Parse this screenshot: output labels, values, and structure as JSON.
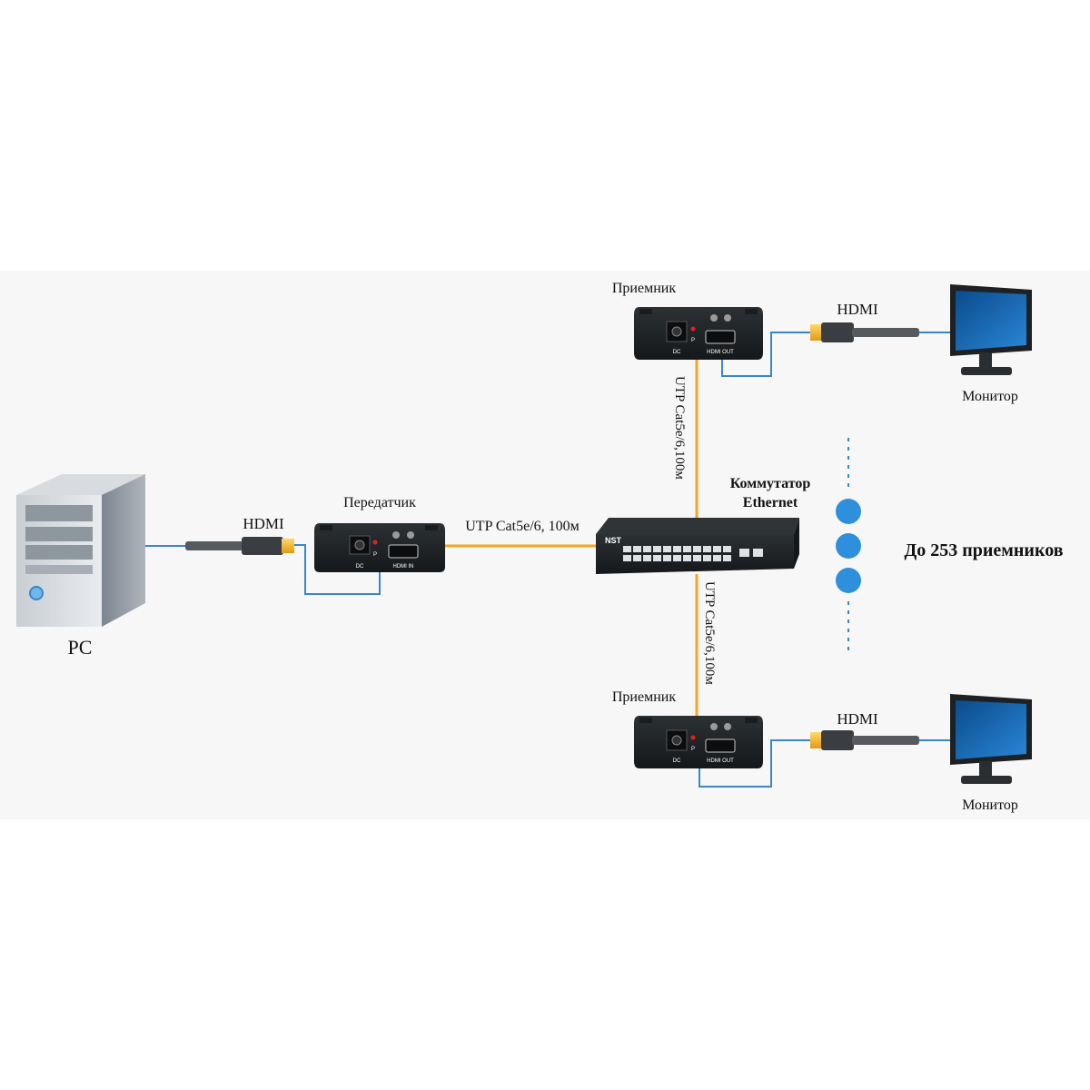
{
  "labels": {
    "pc": "PC",
    "transmitter": "Передатчик",
    "receiver_top": "Приемник",
    "receiver_bottom": "Приемник",
    "monitor_top": "Монитор",
    "monitor_bottom": "Монитор",
    "switch_line1": "Коммутатор",
    "switch_line2": "Ethernet",
    "up_to": "До 253 приемников",
    "hdmi_pc": "HDMI",
    "hdmi_top": "HDMI",
    "hdmi_bottom": "HDMI",
    "utp_horizontal": "UTP Cat5e/6, 100м",
    "utp_top": "UTP Cat5e/6,100м",
    "utp_bottom": "UTP Cat5e/6,100м"
  },
  "device_text": {
    "tx_dc": "DC",
    "tx_p": "P",
    "tx_port": "HDMI IN",
    "rx_top_dc": "DC",
    "rx_top_p": "P",
    "rx_top_port": "HDMI OUT",
    "rx_bottom_dc": "DC",
    "rx_bottom_p": "P",
    "rx_bottom_port": "HDMI OUT",
    "switch_brand": "NST"
  },
  "colors": {
    "utp_cable": "#f5a623",
    "hdmi_wire": "#3a86c8",
    "dots": "#2e8fdc",
    "device_body": "#1f2326"
  }
}
